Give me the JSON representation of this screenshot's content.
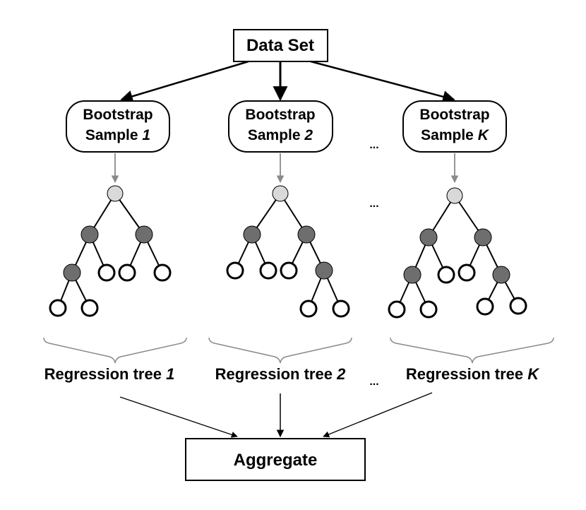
{
  "dataset_label": "Data Set",
  "aggregate_label": "Aggregate",
  "ellipsis": "...",
  "columns": [
    {
      "bootstrap_line1": "Bootstrap",
      "bootstrap_line2_prefix": "Sample ",
      "index": "1",
      "tree_label_prefix": "Regression tree ",
      "tree_label_index": "1"
    },
    {
      "bootstrap_line1": "Bootstrap",
      "bootstrap_line2_prefix": "Sample ",
      "index": "2",
      "tree_label_prefix": "Regression tree ",
      "tree_label_index": "2"
    },
    {
      "bootstrap_line1": "Bootstrap",
      "bootstrap_line2_prefix": "Sample ",
      "index": "K",
      "tree_label_prefix": "Regression tree ",
      "tree_label_index": "K"
    }
  ],
  "colors": {
    "root_node": "#d9d9d9",
    "internal_node": "#6e6e6e",
    "leaf_node": "#ffffff",
    "stroke": "#000000",
    "grey_arrow": "#8a8a8a"
  }
}
